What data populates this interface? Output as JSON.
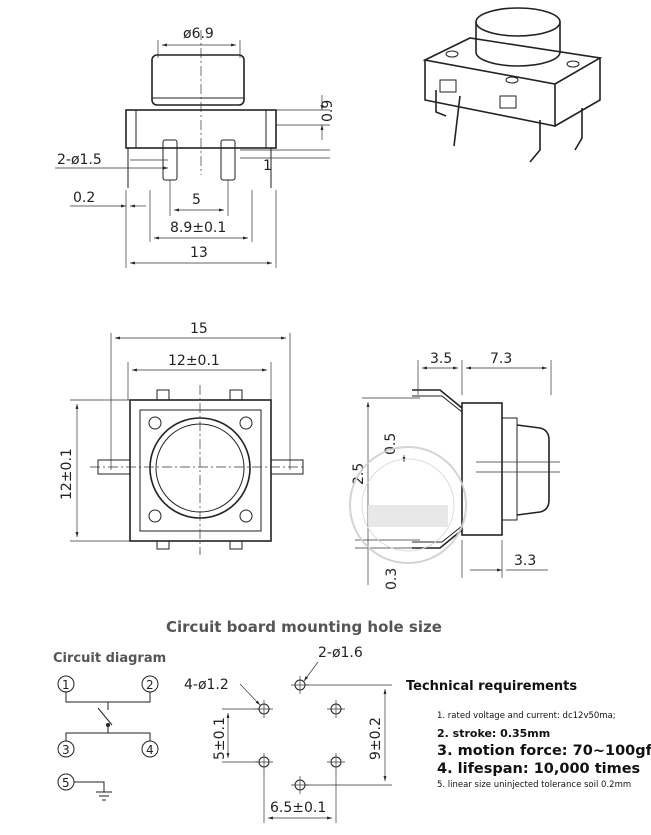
{
  "top_view": {
    "dia_cap": "ø6.9",
    "height_09": "0.9",
    "pin_dia": "2-ø1.5",
    "dim_1": "1",
    "dim_02": "0.2",
    "dim_5": "5",
    "dim_89": "8.9±0.1",
    "dim_13": "13"
  },
  "plan_view": {
    "dim_15": "15",
    "dim_12w": "12±0.1",
    "dim_12h": "12±0.1"
  },
  "side_view": {
    "dim_35": "3.5",
    "dim_73": "7.3",
    "dim_05": "0.5",
    "dim_25": "2.5",
    "dim_03": "0.3",
    "dim_33": "3.3"
  },
  "mounting": {
    "heading": "Circuit board mounting hole size",
    "hole_2": "2-ø1.6",
    "hole_4": "4-ø1.2",
    "dim_5": "5±0.1",
    "dim_9": "9±0.2",
    "dim_65": "6.5±0.1"
  },
  "circuit": {
    "heading": "Circuit diagram",
    "pins": [
      "1",
      "2",
      "3",
      "4",
      "5"
    ]
  },
  "requirements": {
    "title": "Technical requirements",
    "items": [
      "1. rated voltage and current: dc12v50ma;",
      "2. stroke: 0.35mm",
      "3. motion force: 70~100gf",
      "4. lifespan: 10,000 times",
      "5. linear size uninjected tolerance soil 0.2mm"
    ]
  }
}
